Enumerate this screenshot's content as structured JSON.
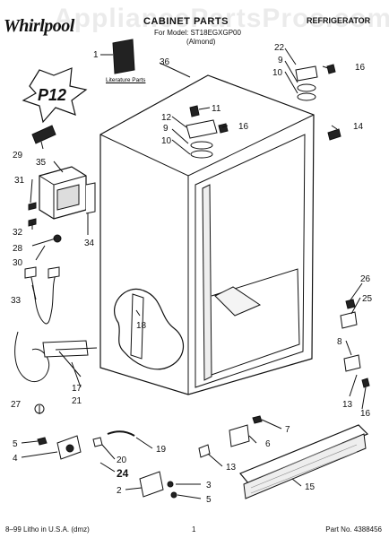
{
  "header": {
    "brand": "Whirlpool",
    "title": "CABINET PARTS",
    "model_line": "For Model: ST18EGXGP00",
    "variant": "(Almond)",
    "category": "REFRIGERATOR",
    "watermark": "AppliancePartsPros.com"
  },
  "literature_label": "Literature Parts",
  "badge": "P12",
  "callouts": [
    {
      "id": "c1",
      "label": "1"
    },
    {
      "id": "c36",
      "label": "36"
    },
    {
      "id": "c22",
      "label": "22"
    },
    {
      "id": "c9a",
      "label": "9"
    },
    {
      "id": "c10a",
      "label": "10"
    },
    {
      "id": "c16a",
      "label": "16"
    },
    {
      "id": "c11",
      "label": "11"
    },
    {
      "id": "c12",
      "label": "12"
    },
    {
      "id": "c9b",
      "label": "9"
    },
    {
      "id": "c10b",
      "label": "10"
    },
    {
      "id": "c16b",
      "label": "16"
    },
    {
      "id": "c14",
      "label": "14"
    },
    {
      "id": "c29",
      "label": "29"
    },
    {
      "id": "c35",
      "label": "35"
    },
    {
      "id": "c31",
      "label": "31"
    },
    {
      "id": "c32",
      "label": "32"
    },
    {
      "id": "c28",
      "label": "28"
    },
    {
      "id": "c30",
      "label": "30"
    },
    {
      "id": "c34",
      "label": "34"
    },
    {
      "id": "c33",
      "label": "33"
    },
    {
      "id": "c26",
      "label": "26"
    },
    {
      "id": "c25",
      "label": "25"
    },
    {
      "id": "c18",
      "label": "18"
    },
    {
      "id": "c8",
      "label": "8"
    },
    {
      "id": "c17",
      "label": "17"
    },
    {
      "id": "c21",
      "label": "21"
    },
    {
      "id": "c13a",
      "label": "13"
    },
    {
      "id": "c16c",
      "label": "16"
    },
    {
      "id": "c27",
      "label": "27"
    },
    {
      "id": "c5a",
      "label": "5"
    },
    {
      "id": "c4",
      "label": "4"
    },
    {
      "id": "c19",
      "label": "19"
    },
    {
      "id": "c7",
      "label": "7"
    },
    {
      "id": "c6",
      "label": "6"
    },
    {
      "id": "c20",
      "label": "20"
    },
    {
      "id": "c24",
      "label": "24"
    },
    {
      "id": "c13b",
      "label": "13"
    },
    {
      "id": "c2",
      "label": "2"
    },
    {
      "id": "c3",
      "label": "3"
    },
    {
      "id": "c5b",
      "label": "5"
    },
    {
      "id": "c15",
      "label": "15"
    }
  ],
  "footer": {
    "printed": "8–99 Litho in U.S.A. (dmz)",
    "page": "1",
    "part_no": "Part No. 4388456"
  }
}
